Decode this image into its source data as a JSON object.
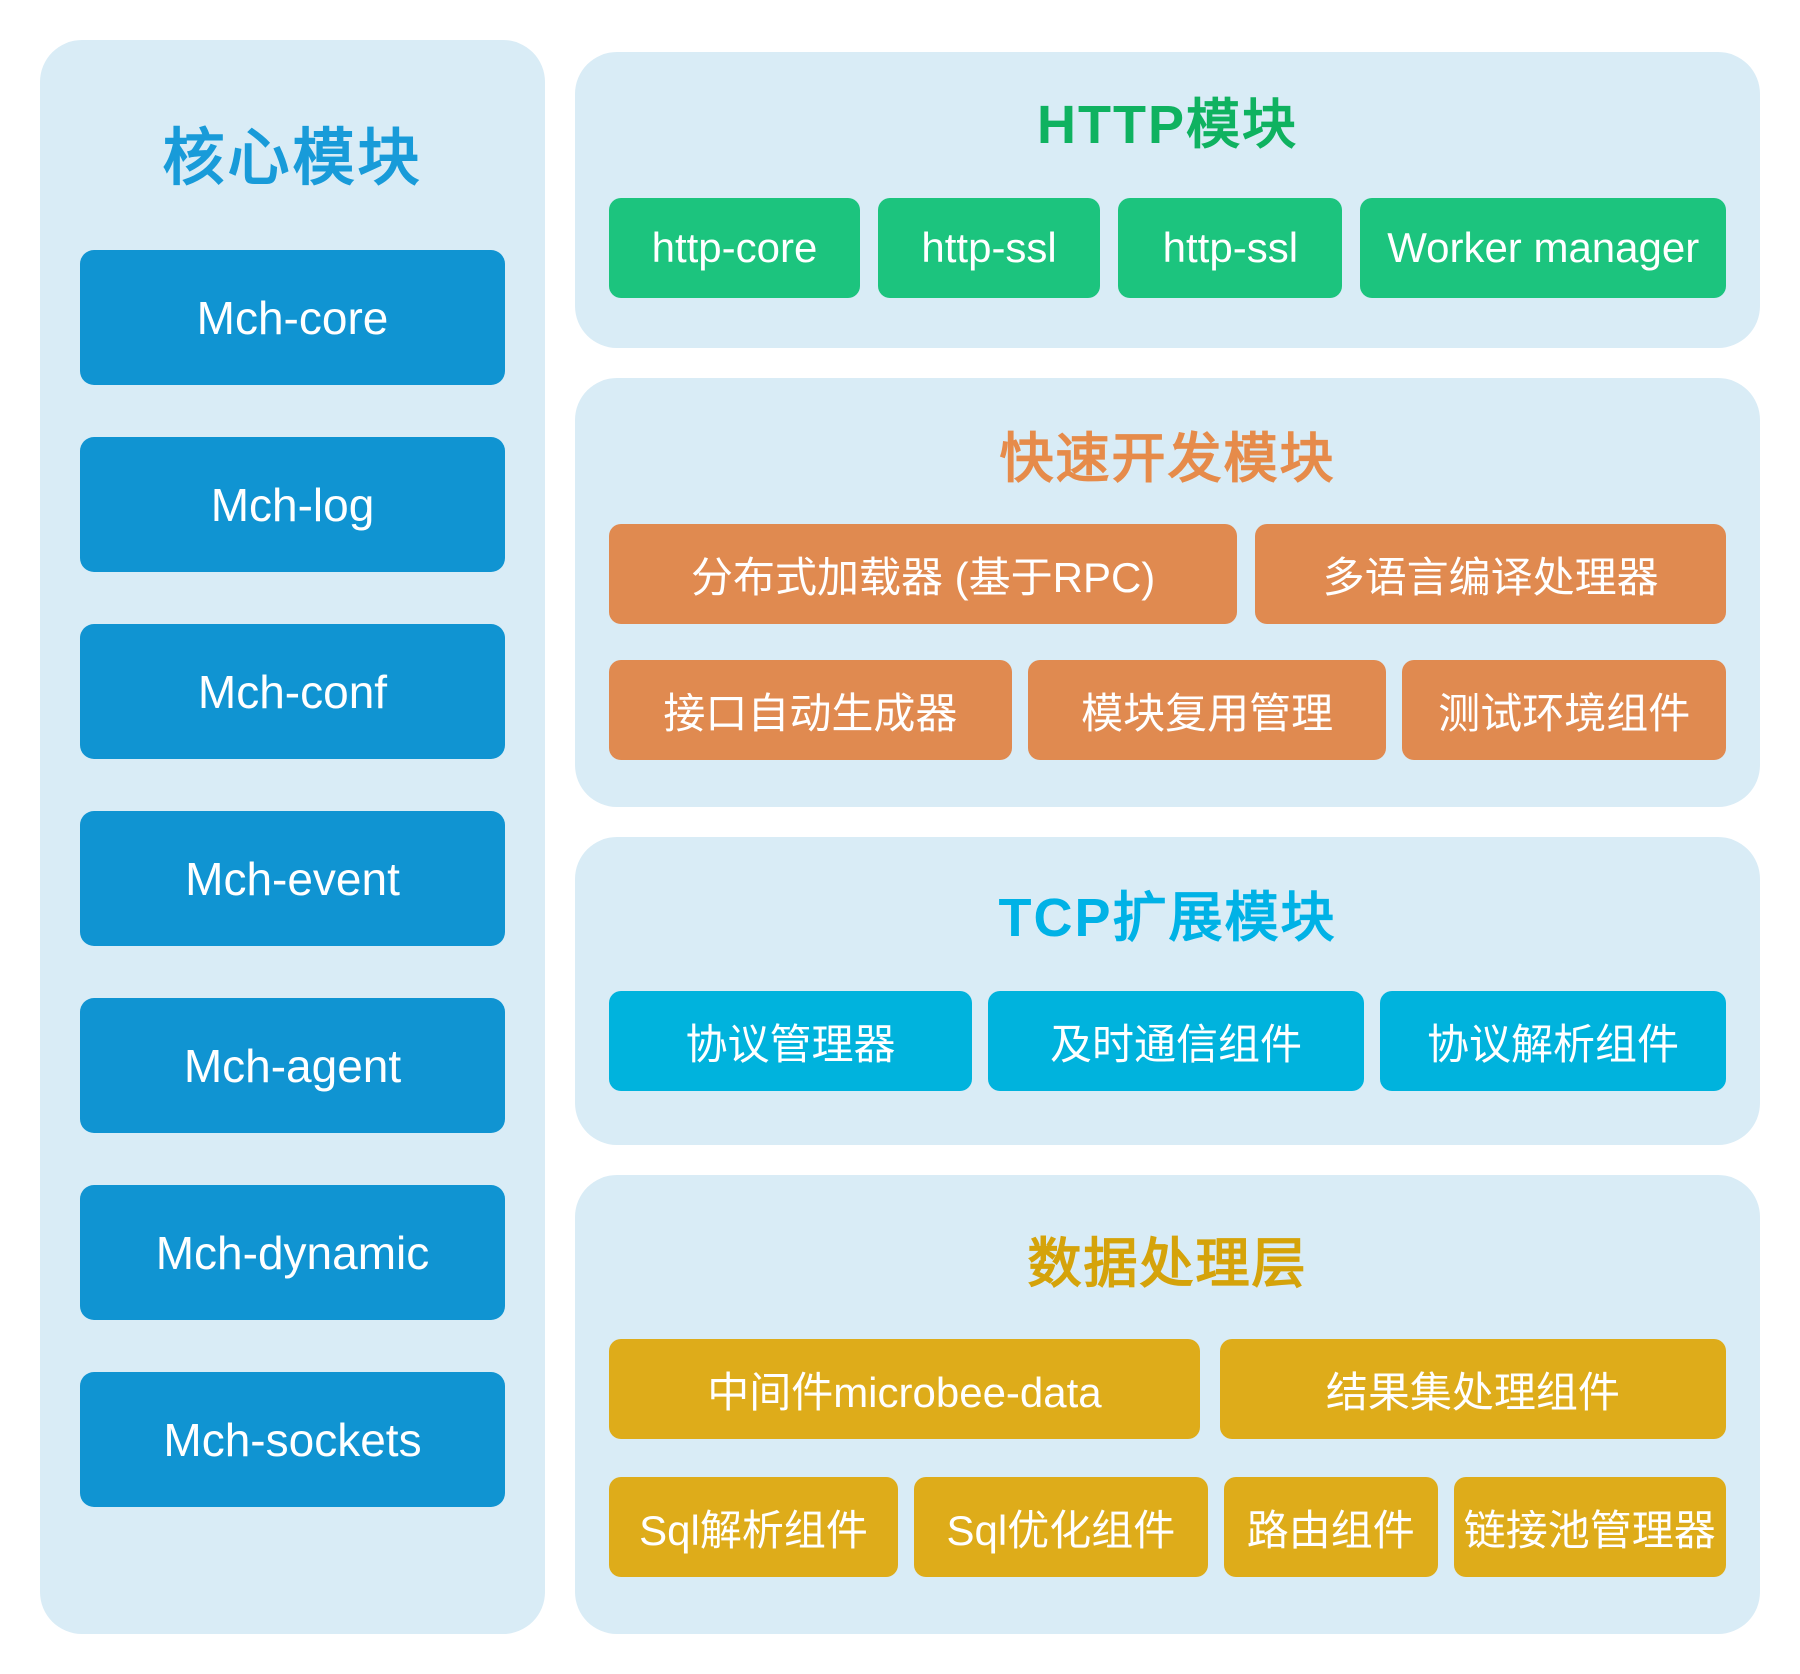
{
  "sidebar": {
    "title": "核心模块",
    "items": [
      "Mch-core",
      "Mch-log",
      "Mch-conf",
      "Mch-event",
      "Mch-agent",
      "Mch-dynamic",
      "Mch-sockets"
    ]
  },
  "sections": [
    {
      "title": "HTTP模块",
      "rows": [
        [
          "http-core",
          "http-ssl",
          "http-ssl",
          "Worker manager"
        ]
      ]
    },
    {
      "title": "快速开发模块",
      "rows": [
        [
          "分布式加载器 (基于RPC)",
          "多语言编译处理器"
        ],
        [
          "接口自动生成器",
          "模块复用管理",
          "测试环境组件"
        ]
      ]
    },
    {
      "title": "TCP扩展模块",
      "rows": [
        [
          "协议管理器",
          "及时通信组件",
          "协议解析组件"
        ]
      ]
    },
    {
      "title": "数据处理层",
      "rows": [
        [
          "中间件microbee-data",
          "结果集处理组件"
        ],
        [
          "Sql解析组件",
          "Sql优化组件",
          "路由组件",
          "链接池管理器"
        ]
      ]
    }
  ],
  "colors": {
    "page_background": "#ffffff",
    "panel_background": "#d9ecf6",
    "core_box": "#1094d2",
    "core_title": "#189bd9",
    "http_box": "#1cc47e",
    "http_title": "#0fb260",
    "dev_box": "#e08a50",
    "dev_title": "#e68b4a",
    "tcp_box": "#00b3dd",
    "tcp_title": "#00b2e6",
    "data_box": "#deac1a",
    "data_title": "#d5a30a",
    "box_text": "#ffffff"
  }
}
